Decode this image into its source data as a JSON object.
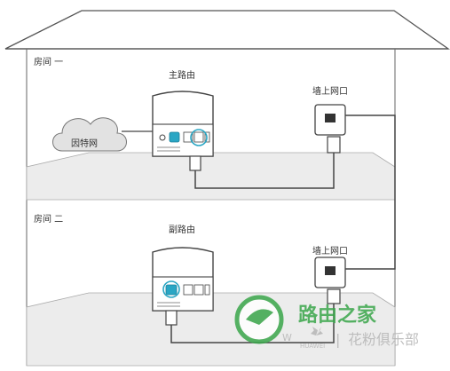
{
  "labels": {
    "room1": "房间 一",
    "room2": "房间 二",
    "main_router": "主路由",
    "sub_router": "副路由",
    "wall_port_1": "墙上网口",
    "wall_port_2": "墙上网口",
    "internet": "因特网"
  },
  "watermark": {
    "title": "路由之家",
    "brand": "HUAWEI",
    "subtitle": "花粉俱乐部",
    "letter": "W",
    "separator": "|"
  },
  "colors": {
    "outline": "#444444",
    "port_highlight": "#2aa6c4",
    "floor_fill": "#ededed",
    "cloud_fill": "#e4e4e4",
    "watermark_green": "#3aa64a",
    "watermark_grey": "#b5b5b5"
  }
}
